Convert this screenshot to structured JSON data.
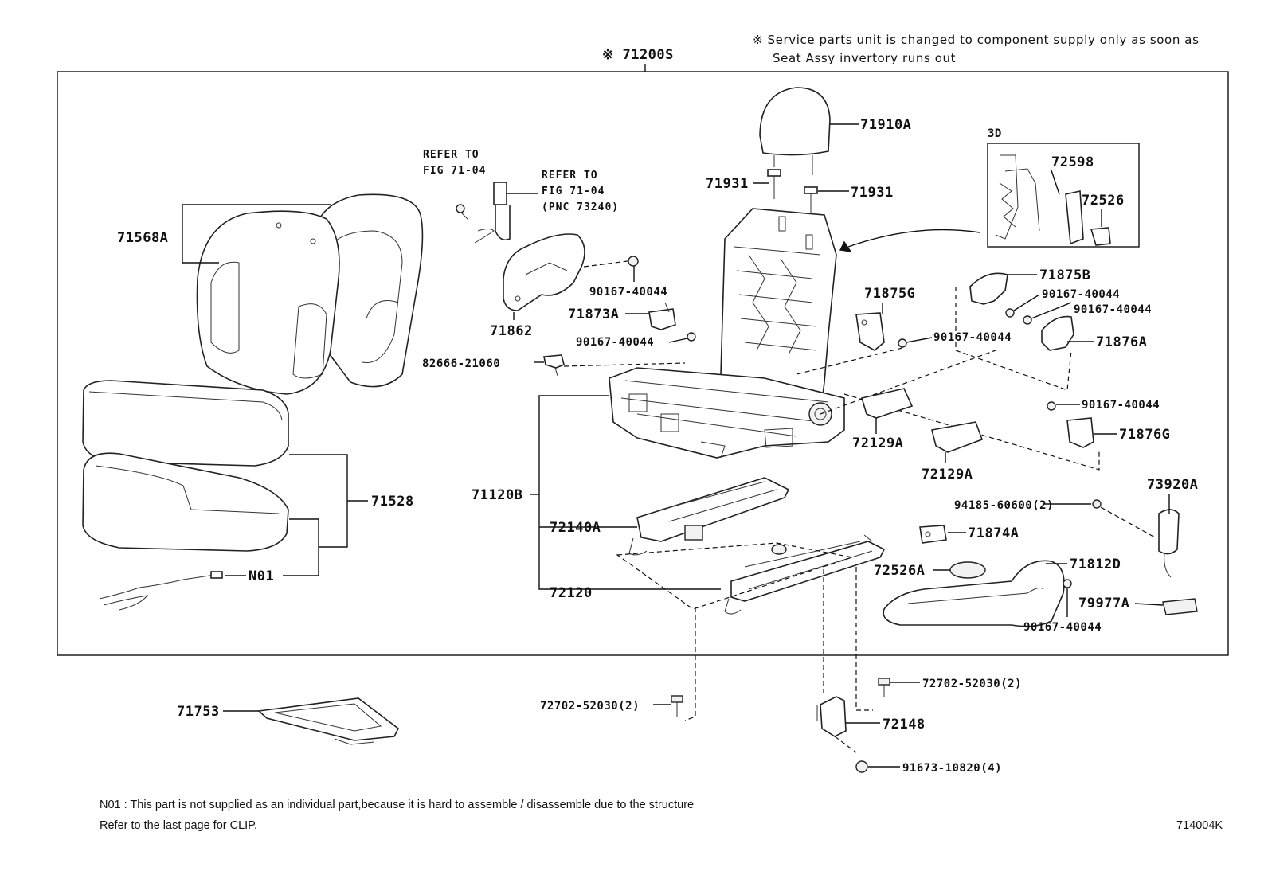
{
  "header": {
    "assembly_label": "※ 71200S",
    "service_note_line1": "※ Service parts unit is changed to component supply only as soon as",
    "service_note_line2": "Seat Assy invertory runs out"
  },
  "inset": {
    "label": "3D"
  },
  "refer_notes": {
    "left_line1": "REFER TO",
    "left_line2": "FIG 71-04",
    "right_line1": "REFER TO",
    "right_line2": "FIG 71-04",
    "right_line3": "(PNC 73240)"
  },
  "parts": {
    "p71910A": "71910A",
    "p71931_left": "71931",
    "p71931_right": "71931",
    "p72598": "72598",
    "p72526": "72526",
    "p71568A": "71568A",
    "p71862": "71862",
    "p90167_a": "90167-40044",
    "p71873A": "71873A",
    "p90167_b": "90167-40044",
    "p82666": "82666-21060",
    "p71875G": "71875G",
    "p90167_c": "90167-40044",
    "p71875B": "71875B",
    "p90167_d": "90167-40044",
    "p90167_e": "90167-40044",
    "p71876A": "71876A",
    "p90167_f": "90167-40044",
    "p71876G": "71876G",
    "p72129A_a": "72129A",
    "p72129A_b": "72129A",
    "p71528": "71528",
    "p71120B": "71120B",
    "p72140A": "72140A",
    "pN01": "N01",
    "p72120": "72120",
    "p94185": "94185-60600(2)",
    "p73920A": "73920A",
    "p71874A": "71874A",
    "p72526A": "72526A",
    "p71812D": "71812D",
    "p79977A": "79977A",
    "p90167_g": "90167-40044",
    "p71753": "71753",
    "p72702_a": "72702-52030(2)",
    "p72702_b": "72702-52030(2)",
    "p72148": "72148",
    "p91673": "91673-10820(4)"
  },
  "footer": {
    "note_line1": "N01 : This part is not supplied as an individual part,because it is hard to assemble / disassemble due to the structure",
    "note_line2": "Refer to the last page for CLIP.",
    "figure_code": "714004K"
  }
}
